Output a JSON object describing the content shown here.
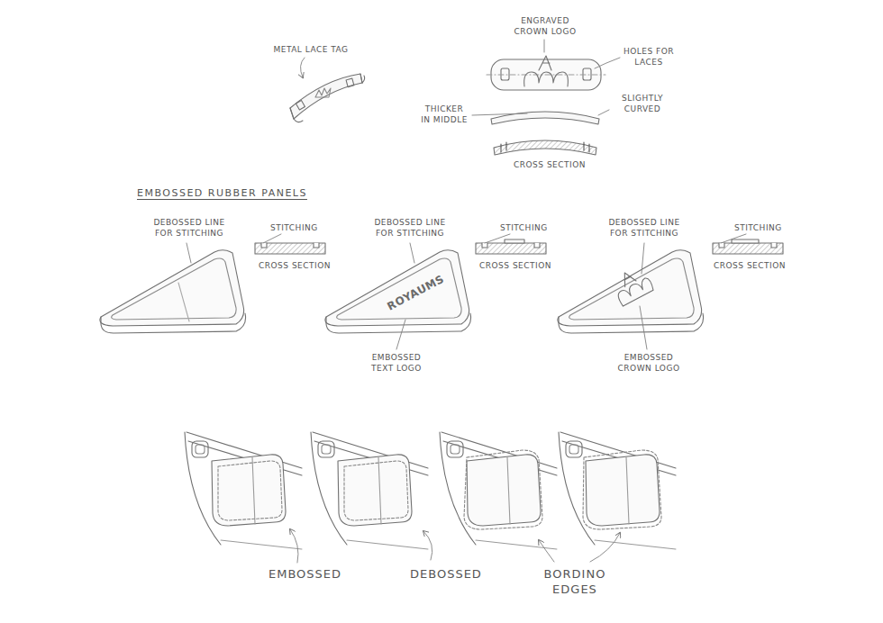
{
  "diagram": {
    "labels": [
      "METAL LACE TAG",
      "ENGRAVED CROWN LOGO",
      "HOLES FOR LACES",
      "THICKER IN MIDDLE",
      "SLIGHTLY CURVED",
      "CROSS SECTION",
      "EMBOSSED RUBBER PANELS",
      "DEBOSSED LINE FOR STITCHING",
      "STITCHING",
      "CROSS SECTION",
      "DEBOSSED LINE FOR STITCHING",
      "STITCHING",
      "CROSS SECTION",
      "DEBOSSED LINE FOR STITCHING",
      "STITCHING",
      "CROSS SECTION",
      "ROYAUMS",
      "EMBOSSED TEXT LOGO",
      "EMBOSSED CROWN LOGO",
      "EMBOSSED",
      "DEBOSSED",
      "BORDINO EDGES"
    ]
  }
}
